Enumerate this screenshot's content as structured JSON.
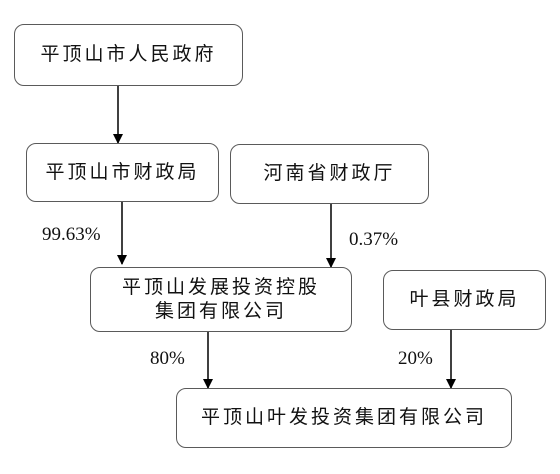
{
  "nodes": {
    "gov": {
      "label": "平顶山市人民政府"
    },
    "finance_bureau": {
      "label": "平顶山市财政局"
    },
    "henan_finance": {
      "label": "河南省财政厅"
    },
    "holding": {
      "line1": "平顶山发展投资控股",
      "line2": "集团有限公司"
    },
    "yexian_finance": {
      "label": "叶县财政局"
    },
    "target": {
      "label": "平顶山叶发投资集团有限公司"
    }
  },
  "edges": {
    "finance_to_holding": {
      "percent": "99.63%"
    },
    "henan_to_holding": {
      "percent": "0.37%"
    },
    "holding_to_target": {
      "percent": "80%"
    },
    "yexian_to_target": {
      "percent": "20%"
    }
  },
  "colors": {
    "border": "#5a5a5a",
    "arrow": "#000000"
  }
}
